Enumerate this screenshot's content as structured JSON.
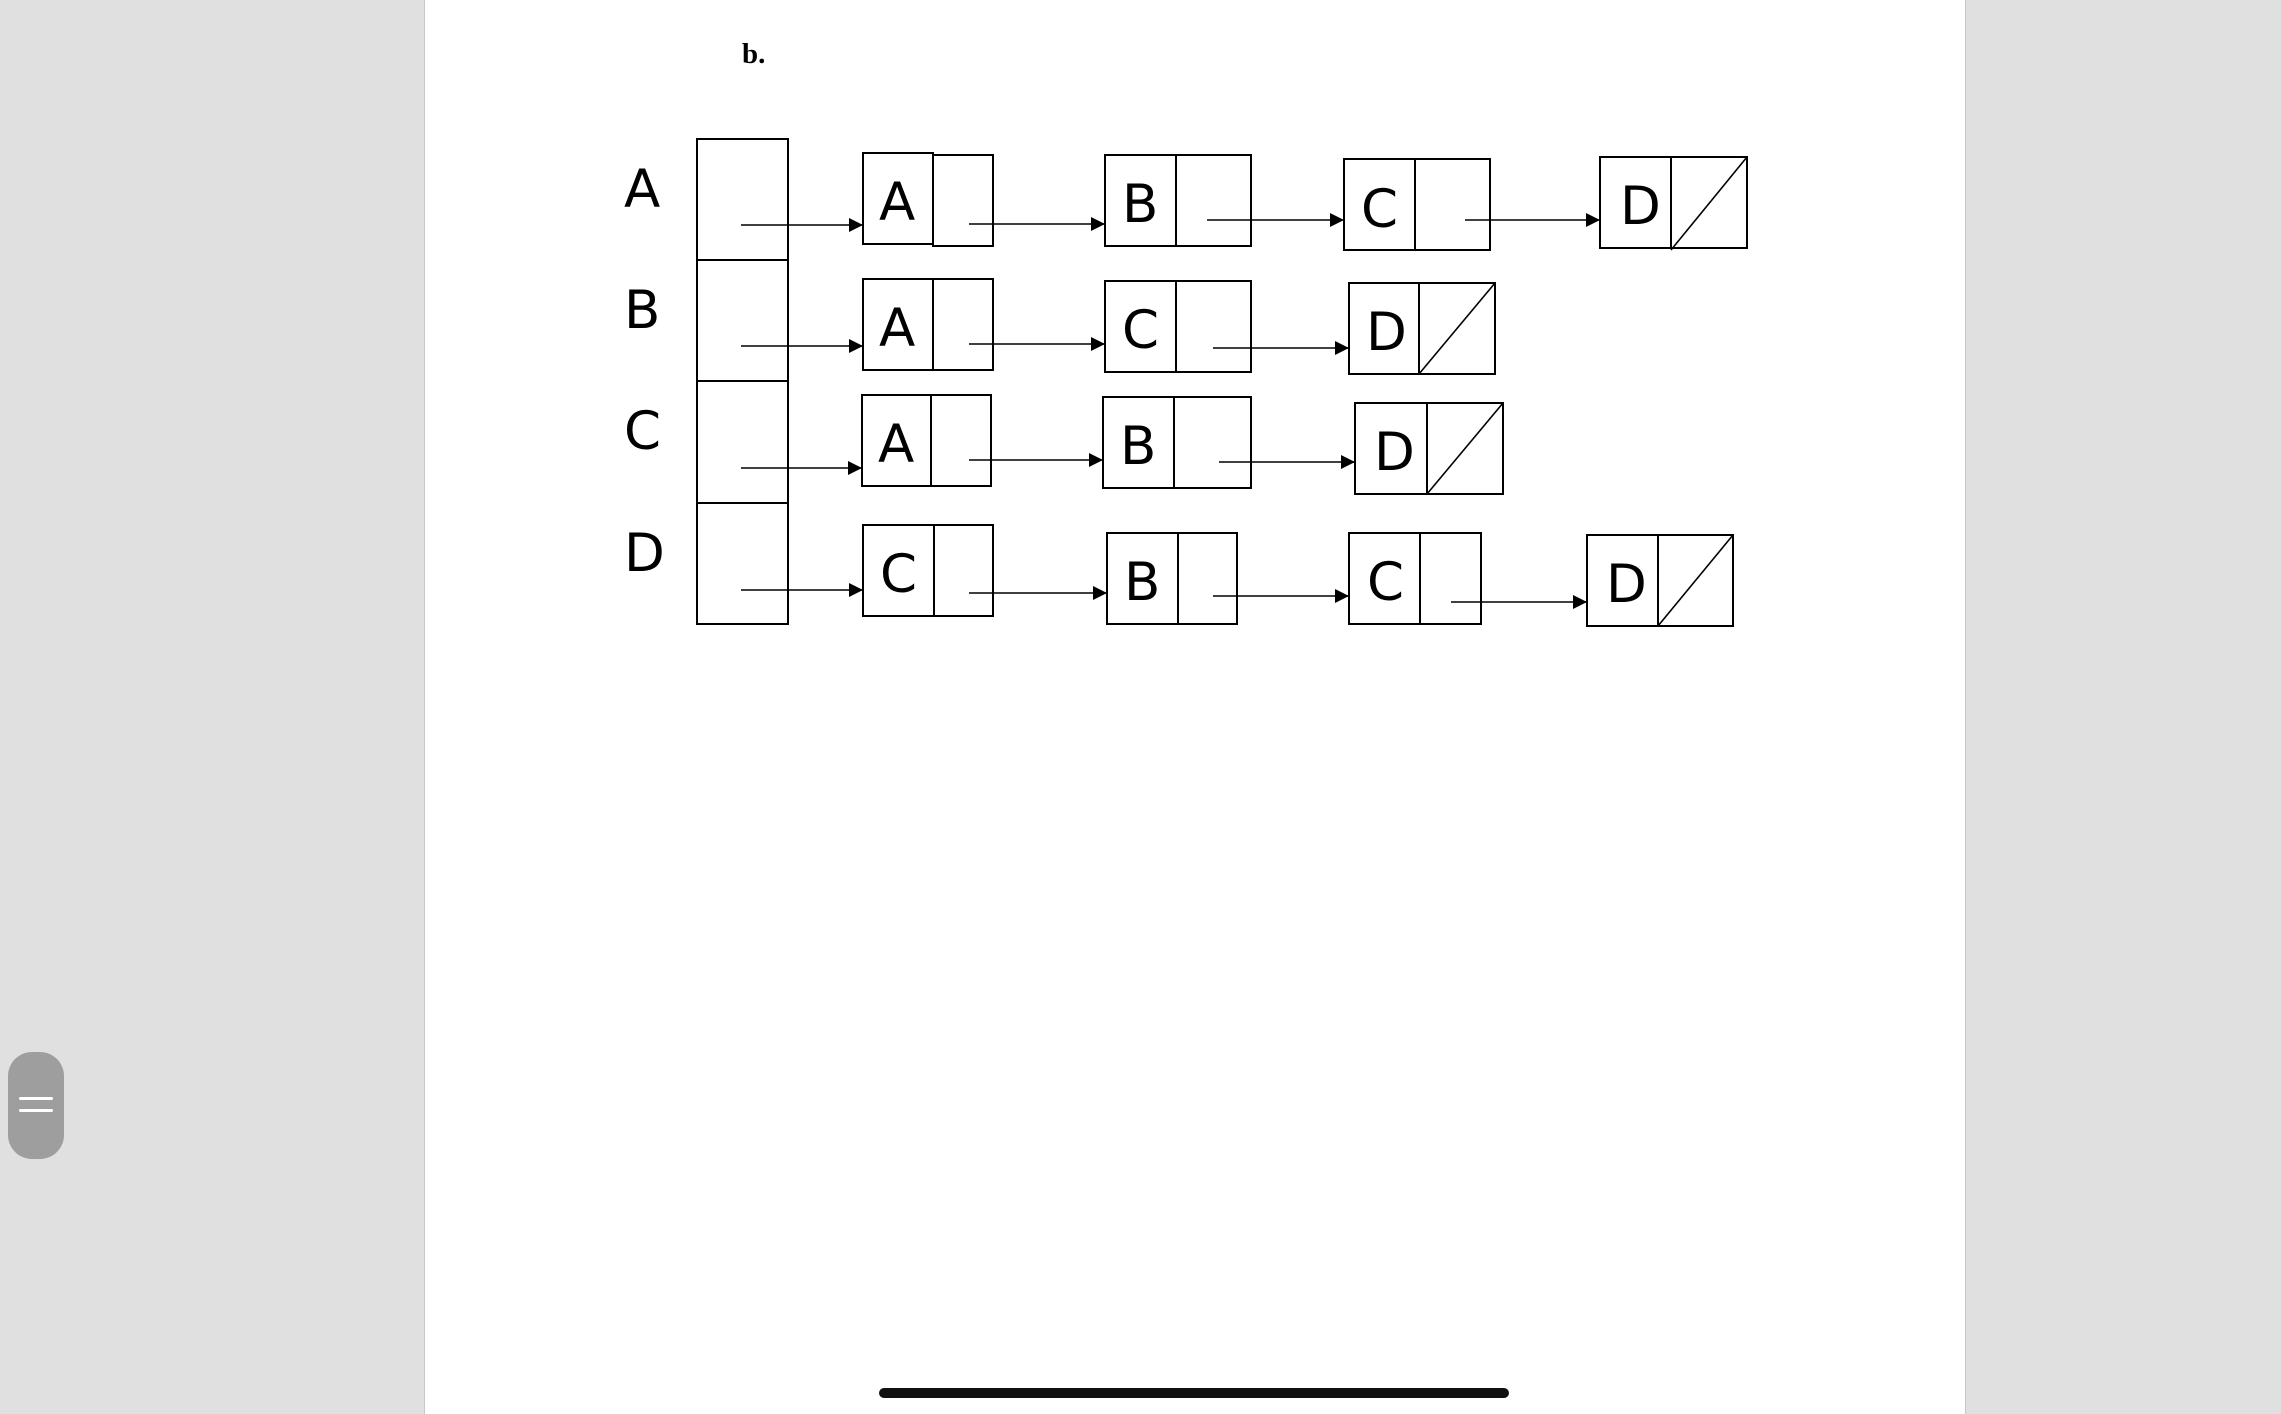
{
  "heading": "b.",
  "rows": [
    {
      "label": "A",
      "nodes": [
        "A",
        "B",
        "C",
        "D"
      ]
    },
    {
      "label": "B",
      "nodes": [
        "A",
        "C",
        "D"
      ]
    },
    {
      "label": "C",
      "nodes": [
        "A",
        "B",
        "D"
      ]
    },
    {
      "label": "D",
      "nodes": [
        "C",
        "B",
        "C",
        "D"
      ]
    }
  ]
}
